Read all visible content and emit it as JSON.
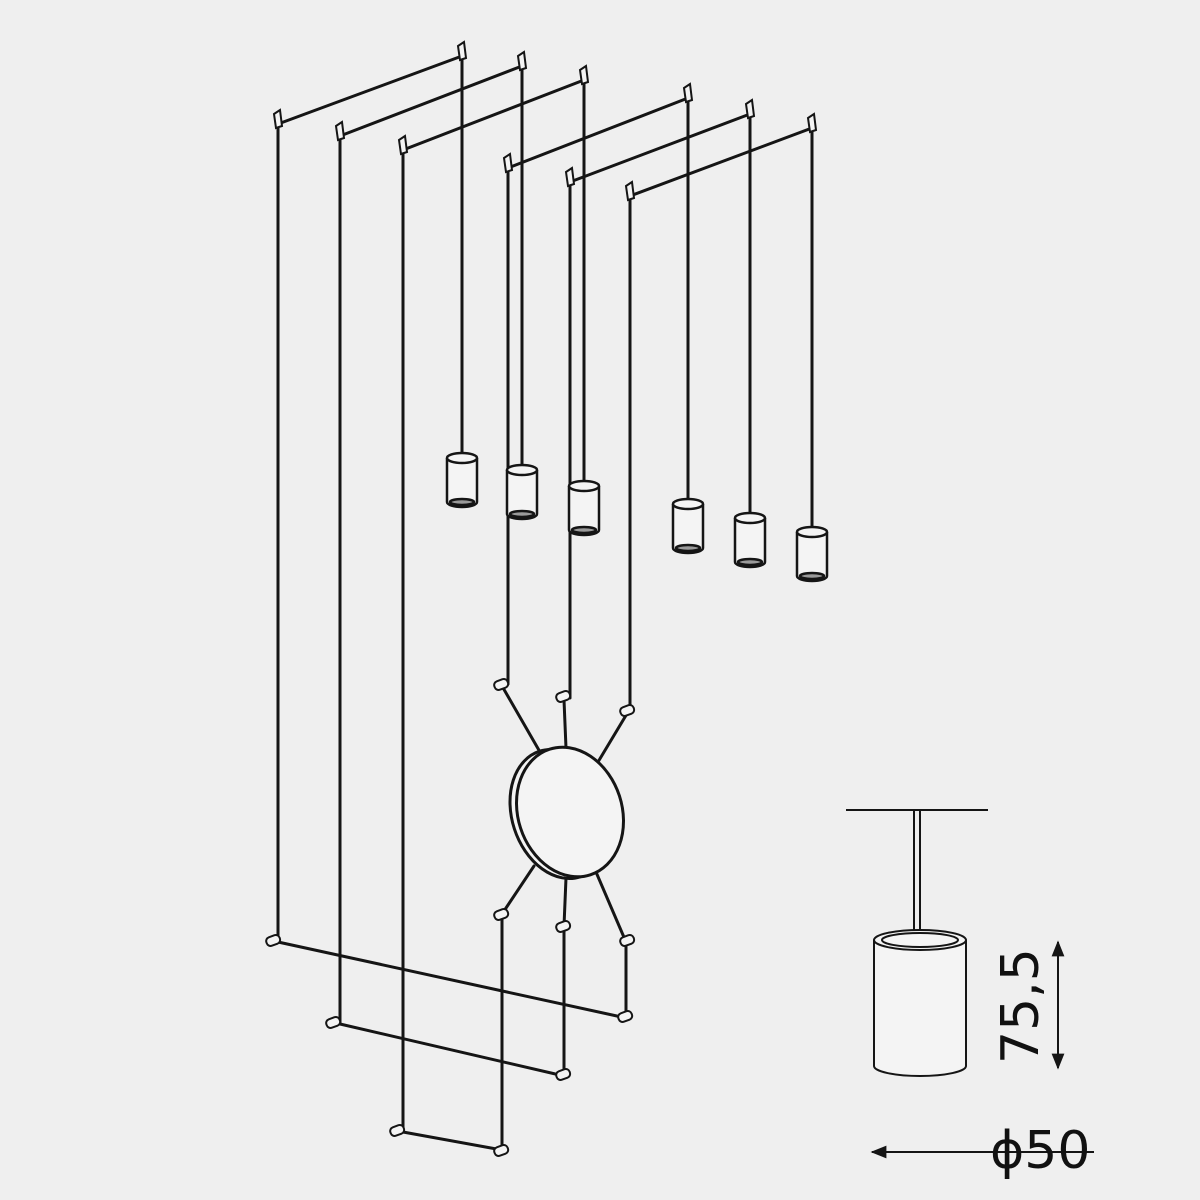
{
  "figure": {
    "background": "#efefef",
    "line_color": "#151515",
    "fixture_count": 6
  },
  "dimensions": {
    "height_label": "75,5",
    "diameter_label": "ϕ50"
  }
}
